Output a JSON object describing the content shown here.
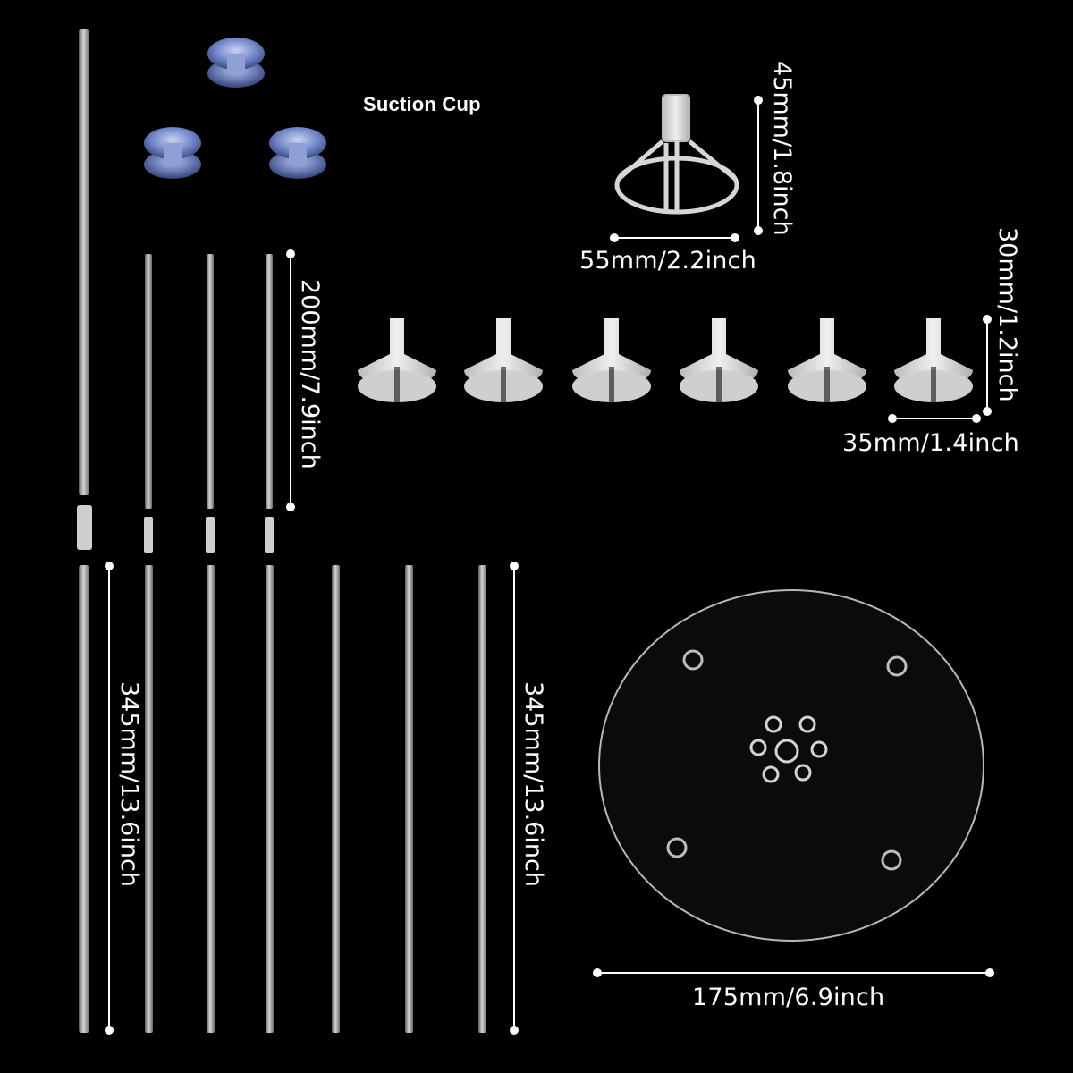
{
  "labels": {
    "suction_cup": "Suction Cup",
    "cup_holder_height": "45mm/1.8inch",
    "cup_holder_width": "55mm/2.2inch",
    "short_rod_length": "200mm/7.9inch",
    "small_cup_height": "30mm/1.2inch",
    "small_cup_width": "35mm/1.4inch",
    "long_rod_length_left": "345mm/13.6inch",
    "long_rod_length_right": "345mm/13.6inch",
    "base_diameter": "175mm/6.9inch"
  },
  "colors": {
    "background": "#000000",
    "text": "#ffffff",
    "rod": "#8a8a8a",
    "rod_highlight": "#d8d8d8",
    "cup_plastic": "#d9d9d9",
    "suction_tint": "#6f86c9",
    "base_edge": "#b8b8b8"
  }
}
